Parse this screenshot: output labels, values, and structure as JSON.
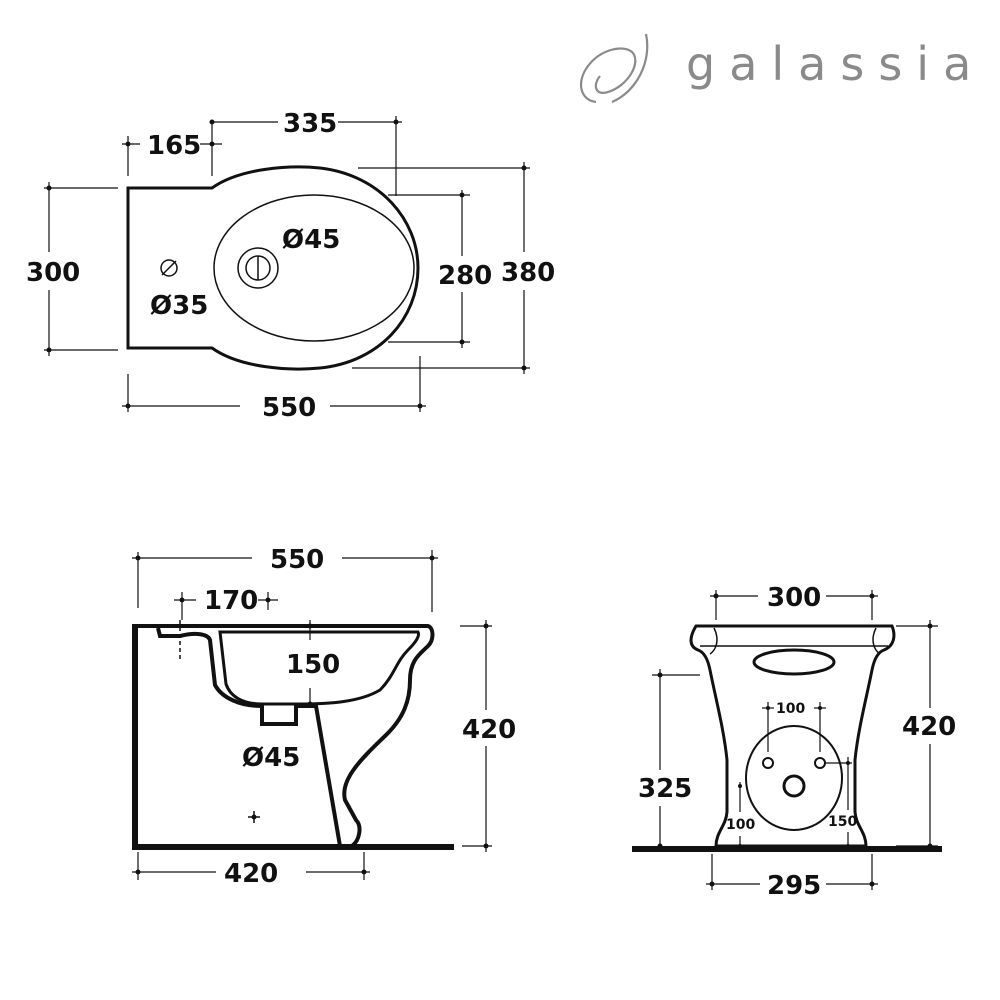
{
  "brand": {
    "name": "galassia",
    "color": "#8a8a8a"
  },
  "top_view": {
    "dim_165": "165",
    "dim_335": "335",
    "dim_300": "300",
    "dim_380": "380",
    "dim_280": "280",
    "dim_550": "550",
    "hole_drain": "Ø45",
    "hole_tap": "Ø35"
  },
  "side_view": {
    "dim_550": "550",
    "dim_170": "170",
    "dim_150": "150",
    "dim_420_height": "420",
    "dim_420_base": "420",
    "outlet": "Ø45"
  },
  "front_view": {
    "dim_300": "300",
    "dim_420": "420",
    "dim_325": "325",
    "dim_100_top": "100",
    "dim_100_left": "100",
    "dim_150": "150",
    "dim_295": "295"
  }
}
